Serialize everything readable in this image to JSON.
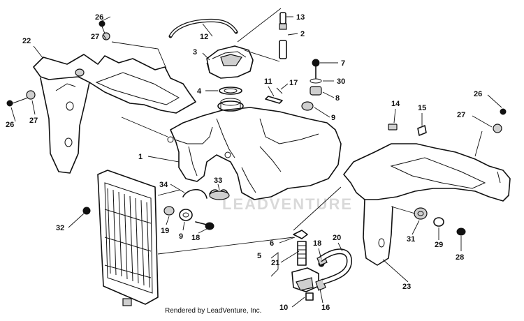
{
  "watermark": "LEADVENTURE",
  "credit": "Rendered by LeadVenture, Inc.",
  "callouts": [
    {
      "id": "c26a",
      "text": "26"
    },
    {
      "id": "c27a",
      "text": "27"
    },
    {
      "id": "c22",
      "text": "22"
    },
    {
      "id": "c12",
      "text": "12"
    },
    {
      "id": "c13",
      "text": "13"
    },
    {
      "id": "c2",
      "text": "2"
    },
    {
      "id": "c3",
      "text": "3"
    },
    {
      "id": "c7",
      "text": "7"
    },
    {
      "id": "c30",
      "text": "30"
    },
    {
      "id": "c4",
      "text": "4"
    },
    {
      "id": "c11",
      "text": "11"
    },
    {
      "id": "c17",
      "text": "17"
    },
    {
      "id": "c8",
      "text": "8"
    },
    {
      "id": "c9a",
      "text": "9"
    },
    {
      "id": "c26b",
      "text": "26"
    },
    {
      "id": "c27b",
      "text": "27"
    },
    {
      "id": "c14",
      "text": "14"
    },
    {
      "id": "c15",
      "text": "15"
    },
    {
      "id": "c26c",
      "text": "26"
    },
    {
      "id": "c27c",
      "text": "27"
    },
    {
      "id": "c1",
      "text": "1"
    },
    {
      "id": "c34",
      "text": "34"
    },
    {
      "id": "c33",
      "text": "33"
    },
    {
      "id": "c32",
      "text": "32"
    },
    {
      "id": "c19",
      "text": "19"
    },
    {
      "id": "c9b",
      "text": "9"
    },
    {
      "id": "c18a",
      "text": "18"
    },
    {
      "id": "c6",
      "text": "6"
    },
    {
      "id": "c5",
      "text": "5"
    },
    {
      "id": "c21",
      "text": "21"
    },
    {
      "id": "c18b",
      "text": "18"
    },
    {
      "id": "c20",
      "text": "20"
    },
    {
      "id": "c31",
      "text": "31"
    },
    {
      "id": "c29",
      "text": "29"
    },
    {
      "id": "c28",
      "text": "28"
    },
    {
      "id": "c23",
      "text": "23"
    },
    {
      "id": "c10",
      "text": "10"
    },
    {
      "id": "c16",
      "text": "16"
    }
  ]
}
